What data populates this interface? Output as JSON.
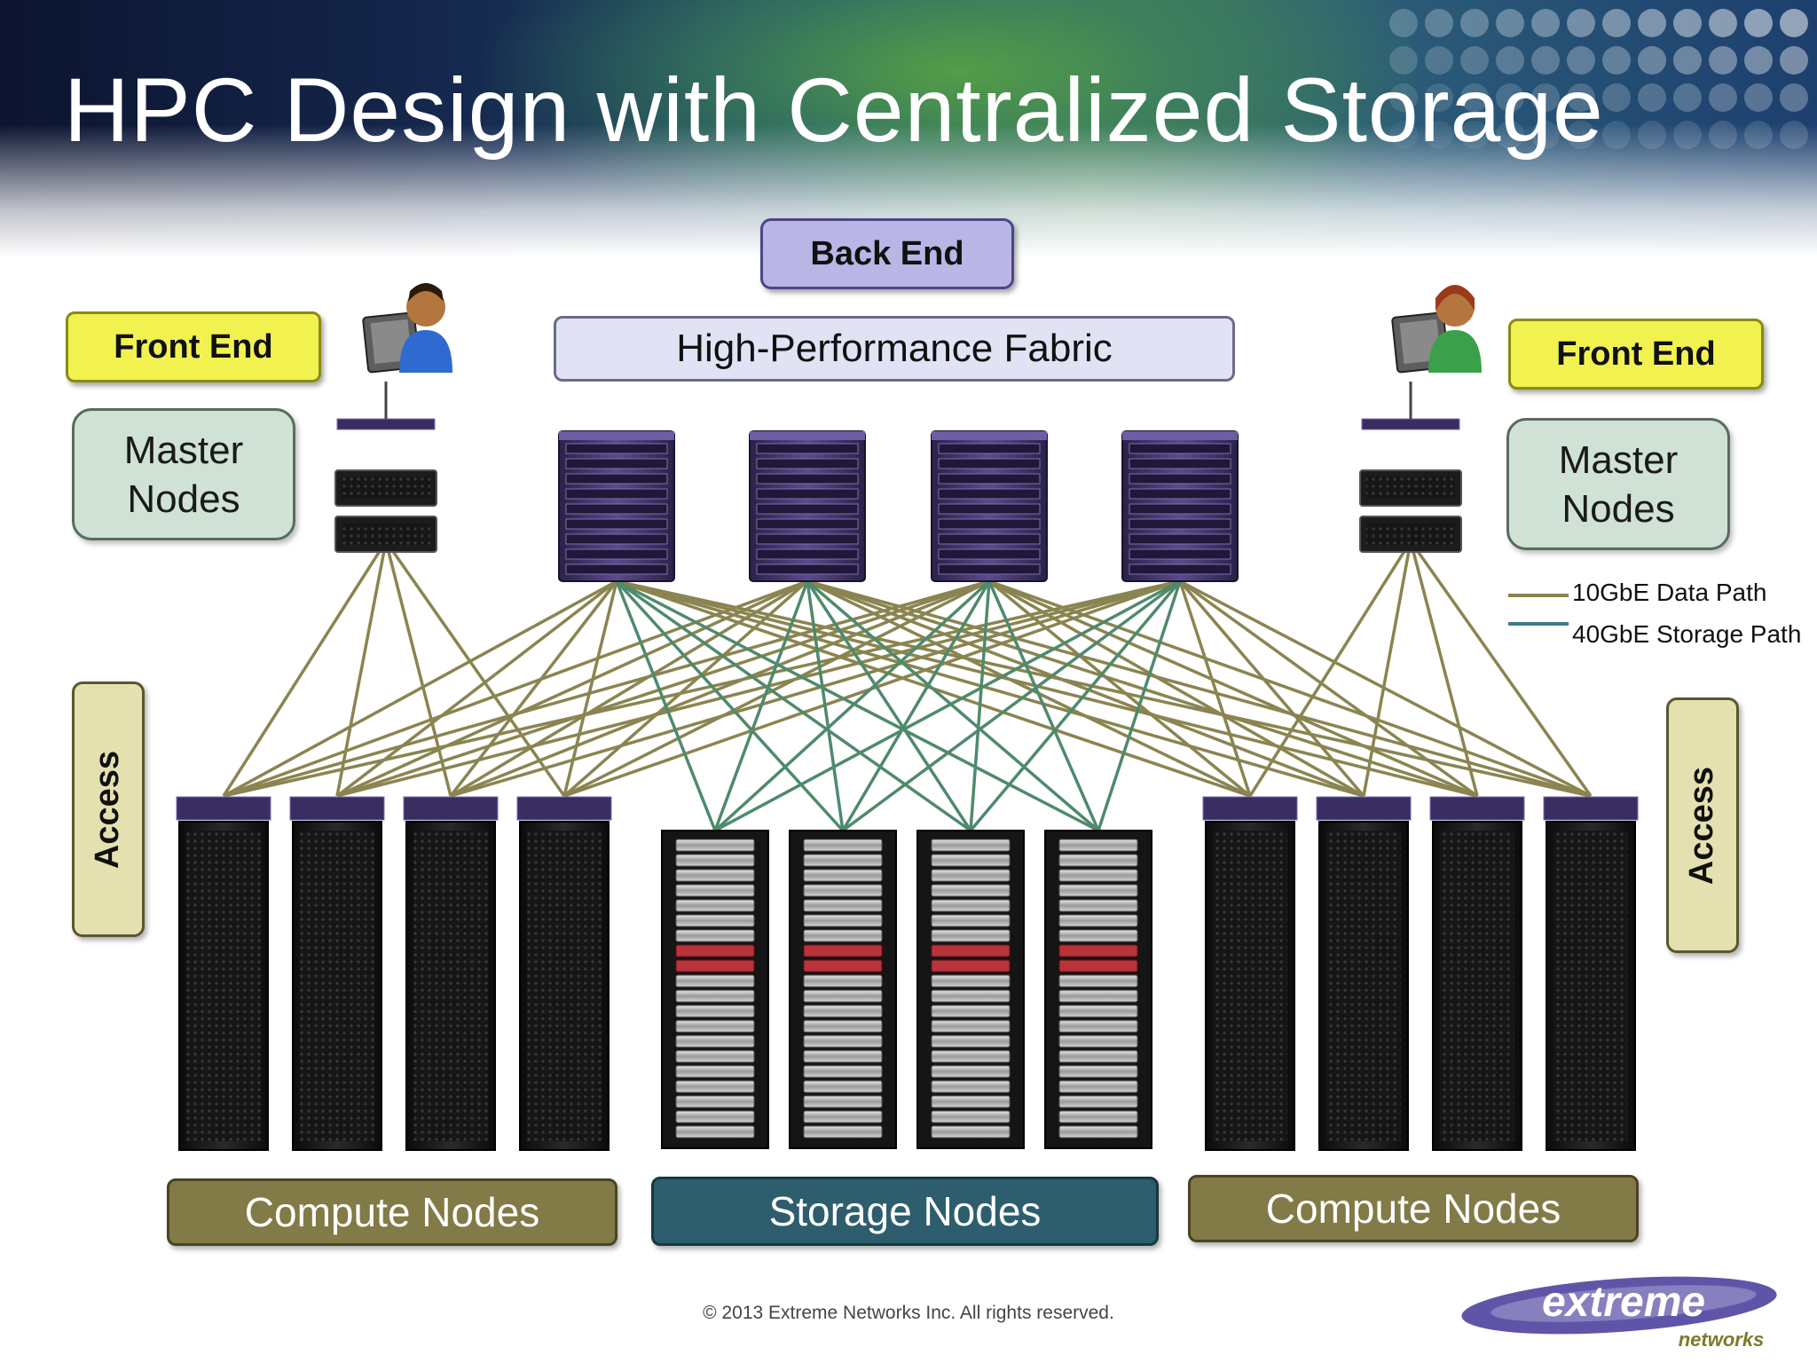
{
  "slide": {
    "title": "HPC Design with Centralized Storage"
  },
  "back_end": {
    "label": "Back End",
    "fabric_label": "High-Performance Fabric"
  },
  "front_end": {
    "left_label": "Front End",
    "right_label": "Front End"
  },
  "master_nodes": {
    "left_label": "Master\nNodes",
    "right_label": "Master\nNodes"
  },
  "access": {
    "left_label": "Access",
    "right_label": "Access"
  },
  "groups": {
    "compute_left": "Compute Nodes",
    "storage": "Storage Nodes",
    "compute_right": "Compute Nodes"
  },
  "legend": {
    "data_path": {
      "label": "10GbE Data Path",
      "color": "#8a8450"
    },
    "storage_path": {
      "label": "40GbE Storage Path",
      "color": "#3d7a8c"
    }
  },
  "colors": {
    "data_link": "#8a8450",
    "storage_link": "#4e8a6c",
    "fabric_switch": "#3a2d62",
    "front_end_box": "#f1f250",
    "back_end_box": "#b9b6e6",
    "storage_label": "#2e5e6d",
    "compute_label": "#827a47"
  },
  "footer": {
    "copyright": "© 2013 Extreme Networks Inc. All rights reserved."
  },
  "logo": {
    "wordmark": "extreme",
    "subtext": "networks"
  }
}
